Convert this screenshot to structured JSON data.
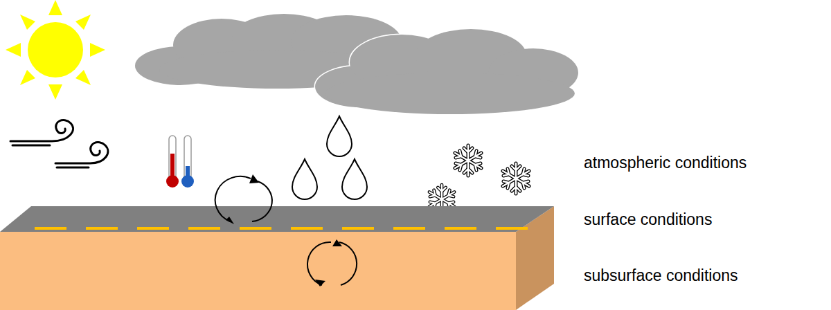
{
  "diagram": {
    "labels": [
      "atmospheric conditions",
      "surface conditions",
      "subsurface conditions"
    ]
  }
}
